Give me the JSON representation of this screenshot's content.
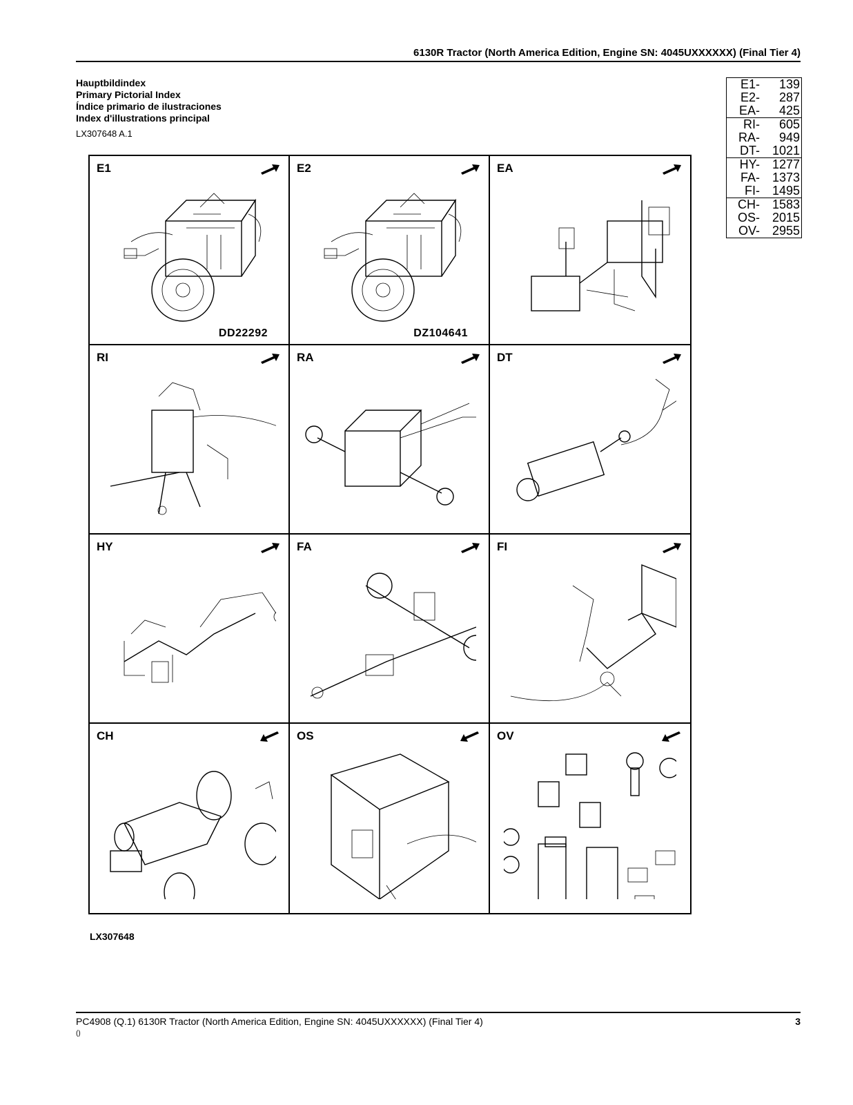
{
  "header": {
    "title": "6130R Tractor (North America Edition, Engine SN: 4045UXXXXXX) (Final Tier 4)"
  },
  "titles": [
    "Hauptbildindex",
    "Primary Pictorial Index",
    "Índice primario de ilustraciones",
    "Index d'illustrations principal"
  ],
  "reference": "LX307648 A.1",
  "index_table": [
    [
      {
        "code": "E1-",
        "page": "139"
      },
      {
        "code": "E2-",
        "page": "287"
      },
      {
        "code": "EA-",
        "page": "425"
      }
    ],
    [
      {
        "code": "RI-",
        "page": "605"
      },
      {
        "code": "RA-",
        "page": "949"
      },
      {
        "code": "DT-",
        "page": "1021"
      }
    ],
    [
      {
        "code": "HY-",
        "page": "1277"
      },
      {
        "code": "FA-",
        "page": "1373"
      },
      {
        "code": "FI-",
        "page": "1495"
      }
    ],
    [
      {
        "code": "CH-",
        "page": "1583"
      },
      {
        "code": "OS-",
        "page": "2015"
      },
      {
        "code": "OV-",
        "page": "2955"
      }
    ]
  ],
  "grid": [
    {
      "label": "E1",
      "figure": "DD22292",
      "arrow": "forward"
    },
    {
      "label": "E2",
      "figure": "DZ104641",
      "arrow": "forward"
    },
    {
      "label": "EA",
      "figure": "",
      "arrow": "forward"
    },
    {
      "label": "RI",
      "figure": "",
      "arrow": "forward"
    },
    {
      "label": "RA",
      "figure": "",
      "arrow": "forward"
    },
    {
      "label": "DT",
      "figure": "",
      "arrow": "forward"
    },
    {
      "label": "HY",
      "figure": "",
      "arrow": "forward"
    },
    {
      "label": "FA",
      "figure": "",
      "arrow": "forward"
    },
    {
      "label": "FI",
      "figure": "",
      "arrow": "forward"
    },
    {
      "label": "CH",
      "figure": "",
      "arrow": "back"
    },
    {
      "label": "OS",
      "figure": "",
      "arrow": "back"
    },
    {
      "label": "OV",
      "figure": "",
      "arrow": "back"
    }
  ],
  "figure_id": "LX307648",
  "footer": {
    "text": "PC4908    (Q.1)    6130R Tractor (North America Edition, Engine SN: 4045UXXXXXX) (Final Tier 4)",
    "page": "3",
    "small": "()"
  }
}
